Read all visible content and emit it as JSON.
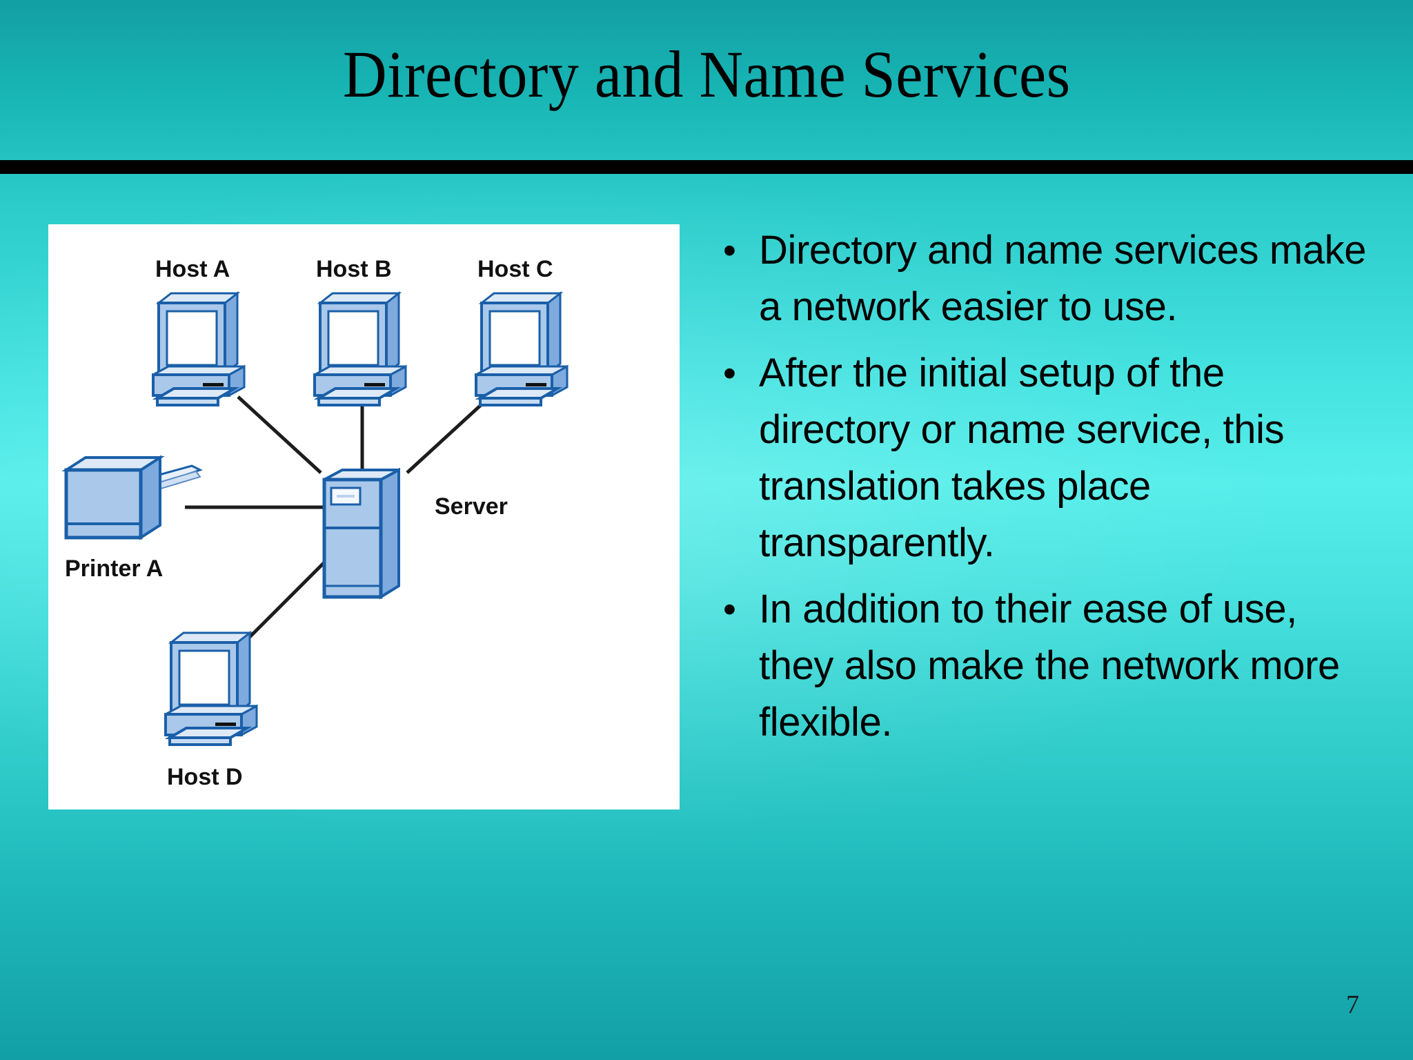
{
  "slide": {
    "title": "Directory and Name Services",
    "page_number": "7",
    "background_top_color": "#139fa4",
    "background_mid_color": "#56eeea",
    "background_bottom_color": "#129fa6",
    "divider_color": "#000000"
  },
  "diagram": {
    "panel_background": "#ffffff",
    "icon_outline_color": "#1a5fa8",
    "icon_fill_color": "#a9c8ea",
    "icon_light_color": "#dde9f7",
    "link_color": "#1d1d1d",
    "labels": {
      "host_a": "Host A",
      "host_b": "Host B",
      "host_c": "Host C",
      "host_d": "Host D",
      "server": "Server",
      "printer_a": "Printer A"
    },
    "nodes": [
      {
        "id": "host-a",
        "label": "Host A",
        "type": "computer"
      },
      {
        "id": "host-b",
        "label": "Host B",
        "type": "computer"
      },
      {
        "id": "host-c",
        "label": "Host C",
        "type": "computer"
      },
      {
        "id": "host-d",
        "label": "Host D",
        "type": "computer"
      },
      {
        "id": "server",
        "label": "Server",
        "type": "server-tower"
      },
      {
        "id": "printer-a",
        "label": "Printer A",
        "type": "printer"
      }
    ],
    "links": [
      {
        "from": "host-a",
        "to": "server"
      },
      {
        "from": "host-b",
        "to": "server"
      },
      {
        "from": "host-c",
        "to": "server"
      },
      {
        "from": "host-d",
        "to": "server"
      },
      {
        "from": "printer-a",
        "to": "server"
      }
    ]
  },
  "bullets": [
    {
      "marker": "•",
      "text": "Directory and name services make a network easier to use."
    },
    {
      "marker": "•",
      "text": "After the initial setup of the directory or name service, this translation takes place transparently."
    },
    {
      "marker": "•",
      "text": "In addition to their ease of use, they also make the network more flexible."
    }
  ]
}
